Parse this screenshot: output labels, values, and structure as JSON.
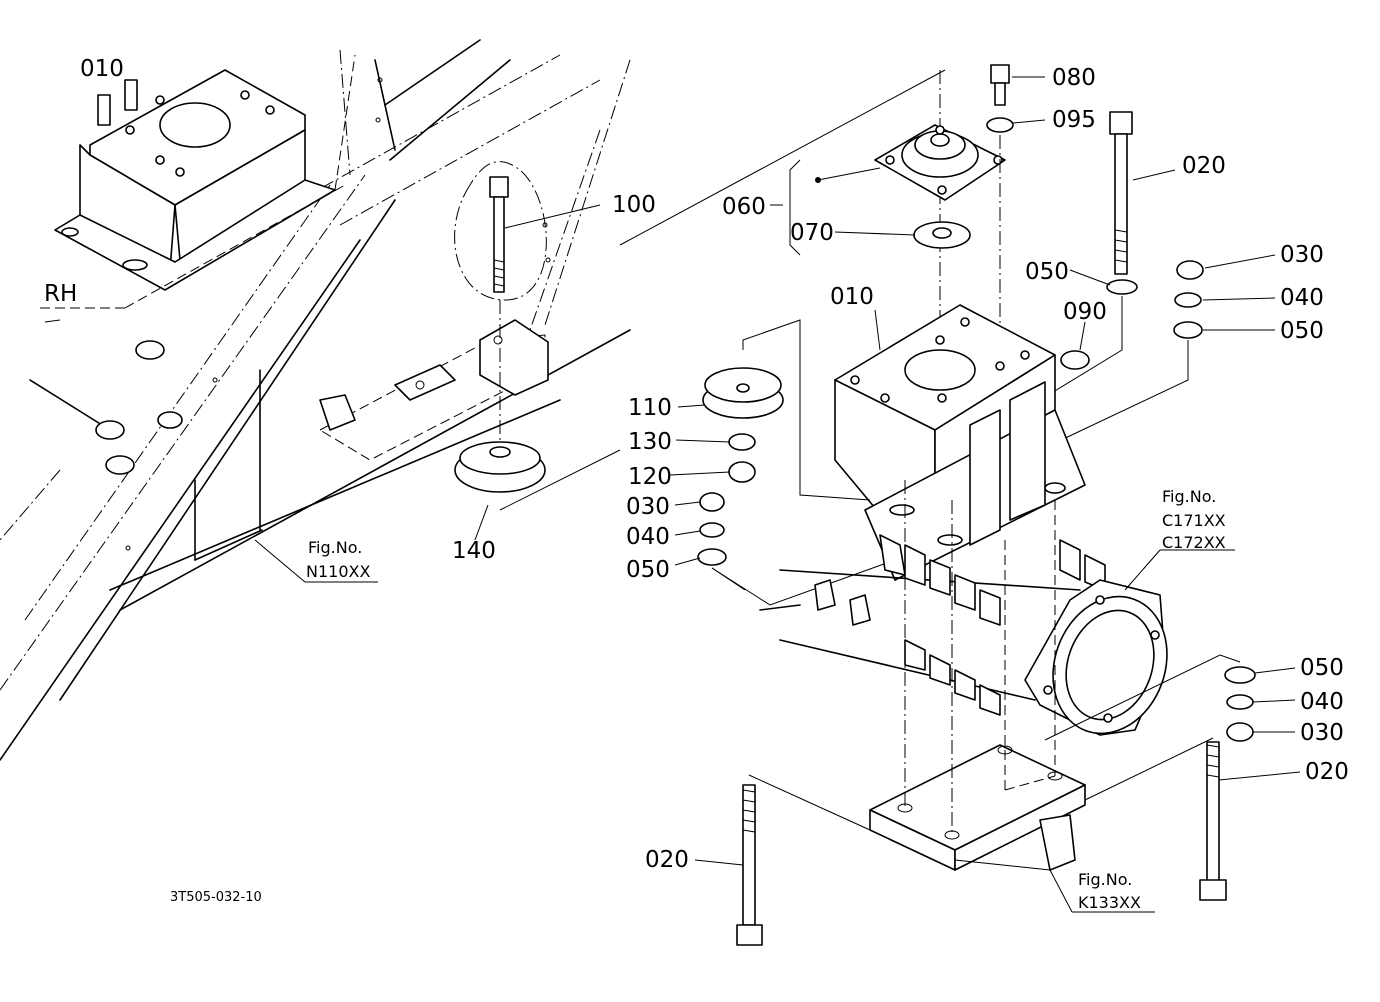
{
  "drawing_code": "3T505-032-10",
  "side_label": "RH",
  "callouts": {
    "c010_left": "010",
    "c010_right": "010",
    "c100": "100",
    "c140": "140",
    "c110": "110",
    "c130": "130",
    "c120": "120",
    "c030_left": "030",
    "c040_left": "040",
    "c050_left": "050",
    "c060": "060",
    "c070": "070",
    "c080": "080",
    "c095": "095",
    "c020_top": "020",
    "c050_mid": "050",
    "c090": "090",
    "c030_right": "030",
    "c040_right": "040",
    "c050_right": "050",
    "c050_low": "050",
    "c040_low": "040",
    "c030_low": "030",
    "c020_right": "020",
    "c020_bottom": "020"
  },
  "figure_refs": {
    "n110_title": "Fig.No.",
    "n110_code": "N110XX",
    "c171_title": "Fig.No.",
    "c171_code1": "C171XX",
    "c171_code2": "C172XX",
    "k133_title": "Fig.No.",
    "k133_code": "K133XX"
  }
}
